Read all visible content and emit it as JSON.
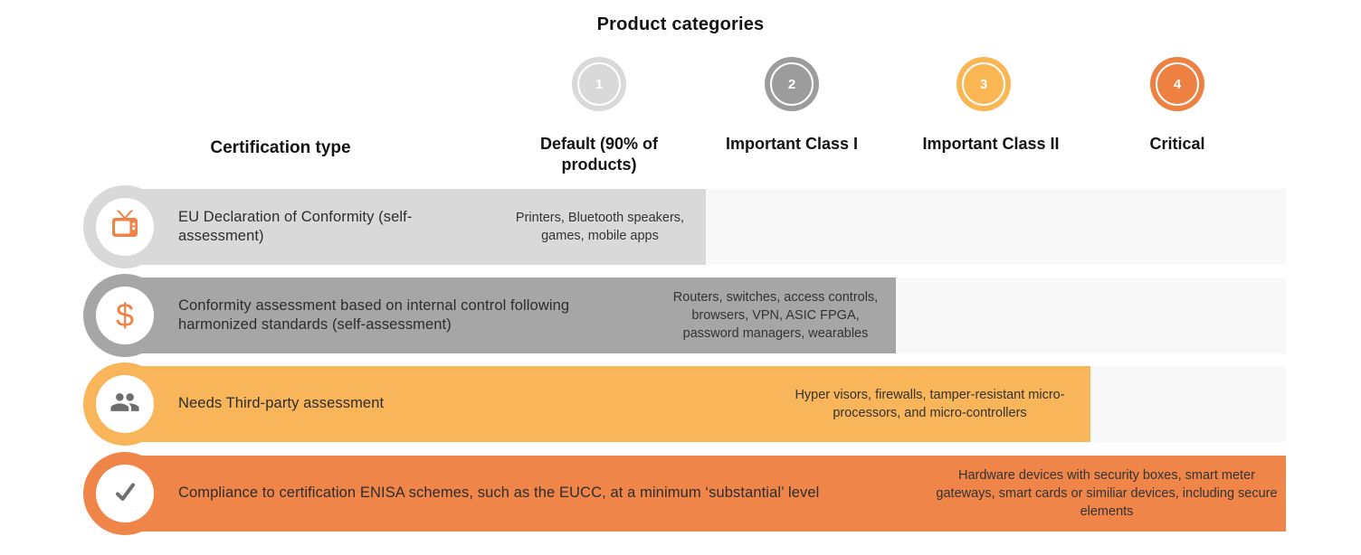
{
  "title": "Product categories",
  "left_header": "Certification type",
  "columns": [
    {
      "number": "1",
      "label": "Default (90% of products)",
      "color": "#d9d9d9"
    },
    {
      "number": "2",
      "label": "Important Class I",
      "color": "#9c9c9c"
    },
    {
      "number": "3",
      "label": "Important Class II",
      "color": "#f9b652"
    },
    {
      "number": "4",
      "label": "Critical",
      "color": "#ee8041"
    }
  ],
  "rows": [
    {
      "icon": "tv-icon",
      "bar_color": "#d9d9d9",
      "certification": "EU Declaration of Conformity (self-assessment)",
      "products": "Printers, Bluetooth speakers, games, mobile apps"
    },
    {
      "icon": "dollar-icon",
      "bar_color": "#a6a6a6",
      "certification": "Conformity assessment based on internal control following harmonized standards (self-assessment)",
      "products": "Routers, switches, access controls, browsers, VPN, ASIC FPGA, password managers, wearables"
    },
    {
      "icon": "people-icon",
      "bar_color": "#f8b559",
      "certification": "Needs Third-party assessment",
      "products": "Hyper visors, firewalls, tamper-resistant micro-processors, and micro-controllers"
    },
    {
      "icon": "check-icon",
      "bar_color": "#f0854a",
      "certification": "Compliance to certification ENISA schemes, such as the EUCC, at a minimum ‘substantial’ level",
      "products": "Hardware devices with security boxes, smart meter gateways, smart cards or similiar devices, including secure elements"
    }
  ],
  "icons": {
    "dollar_glyph": "$",
    "accent_orange": "#ef8347",
    "icon_gray": "#6e6e6e"
  },
  "colors": {
    "track_bg": "#f8f8f8"
  }
}
